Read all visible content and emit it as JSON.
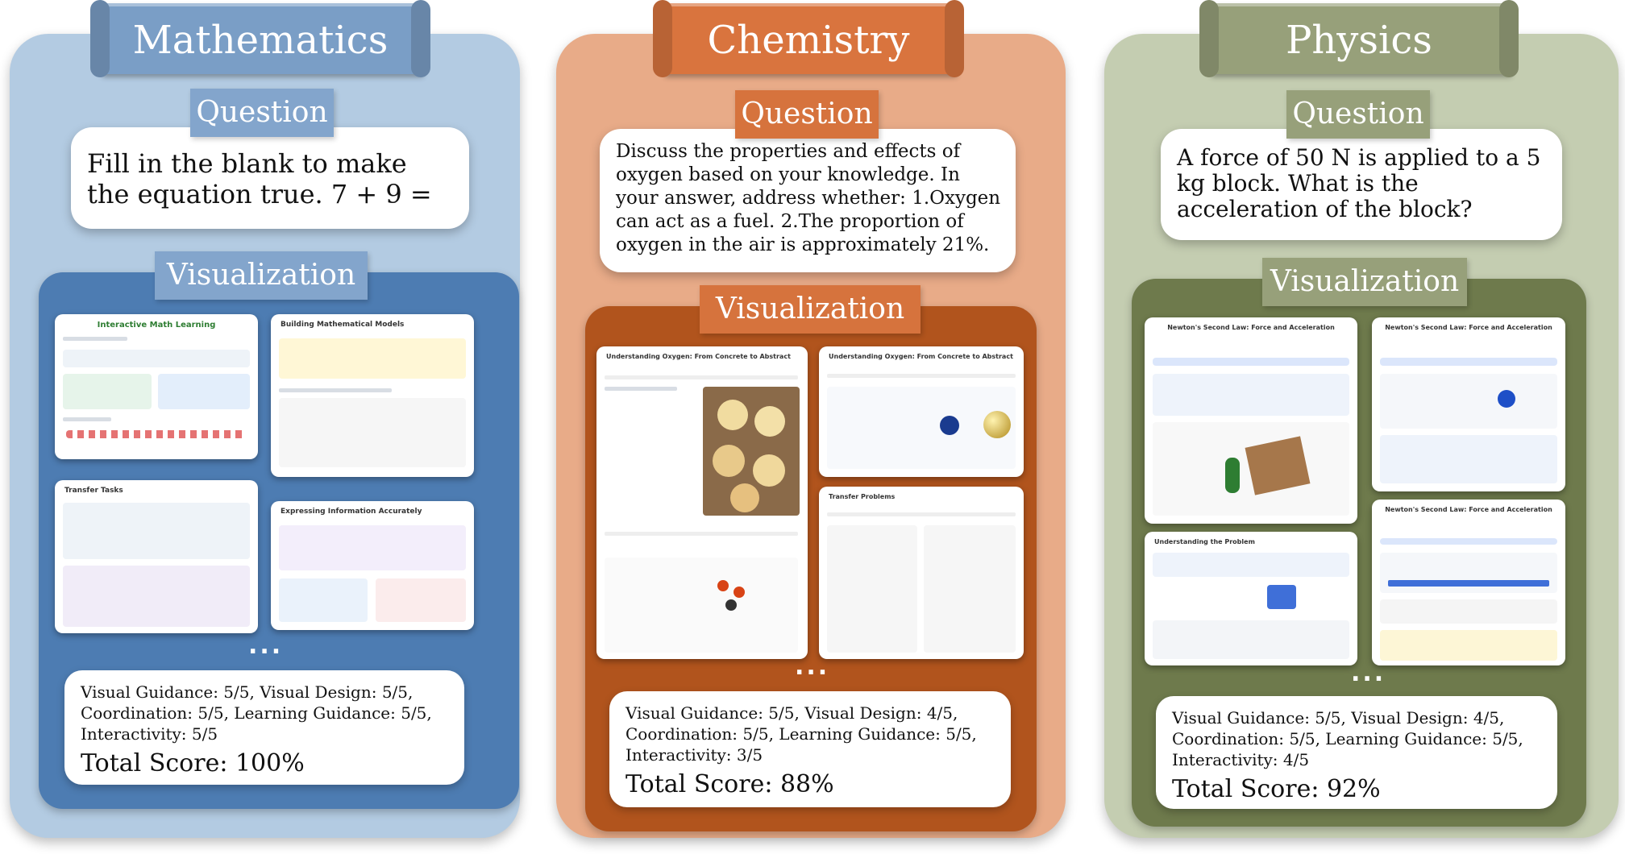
{
  "colors": {
    "math_panel": "#b3cbe2",
    "math_banner": "#7a9ec6",
    "math_viz": "#4d7cb2",
    "math_tag": "#83a5cc",
    "chem_panel": "#e8ab88",
    "chem_banner": "#d9743e",
    "chem_viz": "#b1541d",
    "chem_tag": "#d6733d",
    "phys_panel": "#c4cdb1",
    "phys_banner": "#97a07a",
    "phys_viz": "#6e7a4c",
    "phys_tag": "#97a07a"
  },
  "subjects": [
    {
      "name": "Mathematics",
      "question_label": "Question",
      "question": "Fill in the blank to make the equation true. 7 + 9 =",
      "visualization_label": "Visualization",
      "screens": [
        "Interactive Math Learning",
        "Building Mathematical Models",
        "Transfer Tasks",
        "Expressing Information Accurately"
      ],
      "ellipsis": "...",
      "metrics": "Visual Guidance: 5/5, Visual Design: 5/5, Coordination: 5/5, Learning Guidance: 5/5, Interactivity: 5/5",
      "total": "Total Score: 100%"
    },
    {
      "name": "Chemistry",
      "question_label": "Question",
      "question": "Discuss the properties and effects of oxygen based on your knowledge. In your answer, address whether: 1.Oxygen can act as a fuel. 2.The proportion of oxygen in the air is approximately 21%.",
      "visualization_label": "Visualization",
      "screens": [
        "Understanding Oxygen: From Concrete to Abstract",
        "Understanding Oxygen: From Concrete to Abstract",
        "Transfer Problems"
      ],
      "ellipsis": "...",
      "metrics": "Visual Guidance: 5/5, Visual Design: 4/5, Coordination: 5/5, Learning Guidance: 5/5, Interactivity: 3/5",
      "total": "Total Score: 88%"
    },
    {
      "name": "Physics",
      "question_label": "Question",
      "question": "A force of 50 N is applied to a 5 kg block. What is the acceleration of the block?",
      "visualization_label": "Visualization",
      "screens": [
        "Newton's Second Law: Force and Acceleration",
        "Newton's Second Law: Force and Acceleration",
        "Understanding the Problem",
        "Newton's Second Law: Force and Acceleration"
      ],
      "ellipsis": "...",
      "metrics": "Visual Guidance: 5/5, Visual Design: 4/5, Coordination: 5/5, Learning Guidance: 5/5, Interactivity: 4/5",
      "total": "Total Score: 92%"
    }
  ]
}
